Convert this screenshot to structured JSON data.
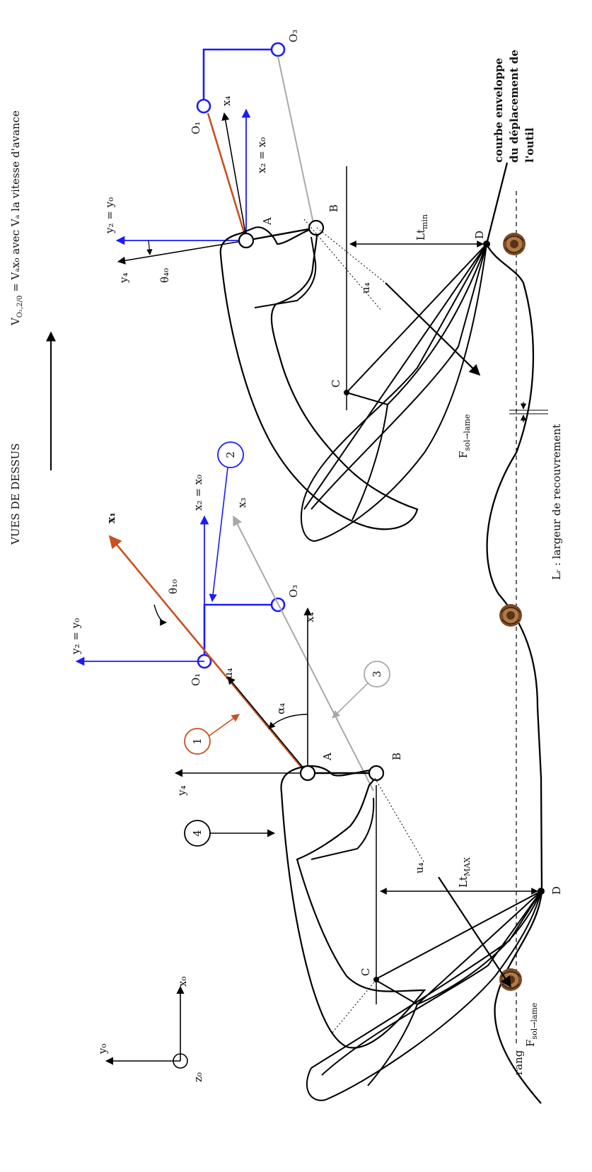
{
  "title": "VUES DE DESSUS",
  "velocity": {
    "main": "V",
    "sub": "O₁,2/0",
    "rest": " = Vₐx₀ avec Vₐ la vitesse d'avance"
  },
  "envelope": {
    "line1": "courbe enveloppe",
    "line2": "du déplacement de",
    "line3": "l'outil"
  },
  "overlap": "Lᵣ : largeur de recouvrement",
  "row_label": "rang",
  "points": {
    "D": "D",
    "C": "C",
    "A": "A",
    "B": "B",
    "O1": "O₁",
    "O3": "O₃"
  },
  "lengths": {
    "lt_min": "Lt",
    "lt_min_sub": "min",
    "lt_max": "Lt",
    "lt_max_sub": "MAX"
  },
  "force": {
    "main": "F",
    "sub": "sol→lame"
  },
  "angles": {
    "theta40": "θ₄₀",
    "theta10": "θ₁₀",
    "alpha4": "α₄"
  },
  "vectors": {
    "x0": "x₀",
    "y0": "y₀",
    "z0": "z₀",
    "x1": "x₁",
    "x3": "x₃",
    "x4": "x₄",
    "y4": "y₄",
    "u4": "u₄",
    "x2_eq_x0": "x₂ = x₀",
    "y2_eq_y0": "y₂ = y₀"
  },
  "parts": {
    "p1": "1",
    "p2": "2",
    "p3": "3",
    "p4": "4"
  },
  "colors": {
    "blue": "#1a1aff",
    "orange": "#c8501e",
    "gray": "#a8a8a8",
    "black": "#000000",
    "plant": "#7a4a28"
  }
}
